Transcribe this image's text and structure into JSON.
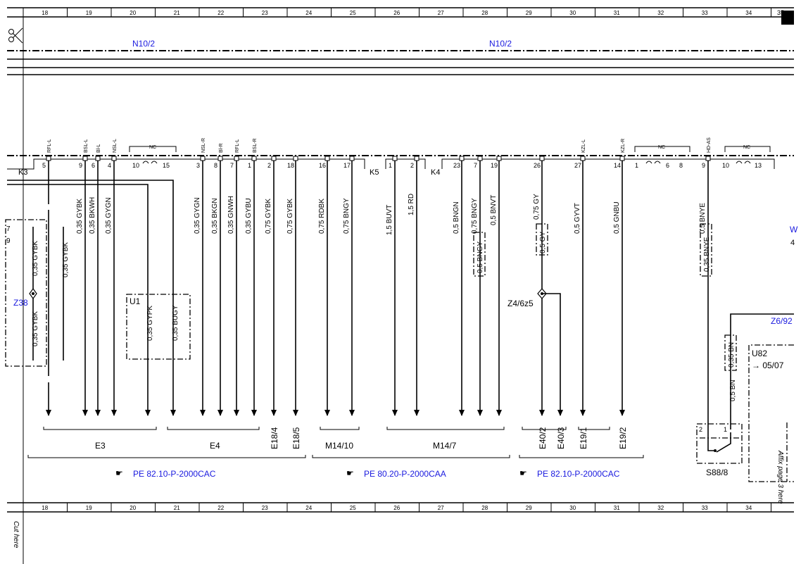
{
  "ruler": [
    "18",
    "19",
    "20",
    "21",
    "22",
    "23",
    "24",
    "25",
    "26",
    "27",
    "28",
    "29",
    "30",
    "31",
    "32",
    "33",
    "34"
  ],
  "ruler_cut": "35",
  "cut_here": "Cut here",
  "affix_here": "Affix page 3 here",
  "labels": {
    "n10_left": "N10/2",
    "n10_right": "N10/2",
    "k3": "K3",
    "k5": "K5",
    "k4": "K4",
    "nc1": "NC",
    "nc2": "NC",
    "nc3": "NC",
    "z38": "Z38",
    "u1": "U1",
    "z4": "Z4/6z5",
    "z6": "Z6/92",
    "u82": "U82",
    "u82_ref": "→ 05/07",
    "s88": "S88/8",
    "w_partial": "W",
    "num4_partial": "4",
    "left7": "7",
    "left9": "9"
  },
  "pins": [
    {
      "id": "RFL-L",
      "num": "5"
    },
    {
      "id": "BSL-L",
      "num": "9"
    },
    {
      "id": "Bl-L",
      "num": "6"
    },
    {
      "id": "NSL-L",
      "num": "4"
    },
    {
      "id": "NSL-R",
      "num": "3"
    },
    {
      "id": "Bl-R",
      "num": "8"
    },
    {
      "id": "RFL-L",
      "num": "7"
    },
    {
      "id": "BSL-R",
      "num": "1"
    },
    {
      "id": "",
      "num": "2"
    },
    {
      "id": "",
      "num": "18"
    },
    {
      "id": "",
      "num": "16"
    },
    {
      "id": "",
      "num": "17"
    },
    {
      "id": "",
      "num": "1"
    },
    {
      "id": "",
      "num": "2"
    },
    {
      "id": "",
      "num": "23"
    },
    {
      "id": "",
      "num": "7"
    },
    {
      "id": "",
      "num": "19"
    },
    {
      "id": "",
      "num": "26"
    },
    {
      "id": "KZL-L",
      "num": "27"
    },
    {
      "id": "KZL-R",
      "num": "14"
    },
    {
      "id": "HD-AS",
      "num": "9"
    }
  ],
  "nc_pins": [
    "10",
    "15",
    "1",
    "6",
    "8",
    "10",
    "13"
  ],
  "wires": [
    "0,35 GYBK",
    "0,35 BKWH",
    "0,35 GYGN",
    "0,35 GYGN",
    "0,35 BKGN",
    "0,35 GNWH",
    "0,35 GYBU",
    "0,75 GYBK",
    "0,75 GYBK",
    "0,75 RDBK",
    "0,75 BNGY",
    "1,5 BUVT",
    "1,5 RD",
    "0,5 BNGN",
    "0,75 BNGY",
    "0,5 BNVT",
    "0,75 GY",
    "0,5 GYVT",
    "0,5 GNBU",
    "0,5 BNYE"
  ],
  "other_wires": {
    "z38_top": "0,35 GYBK",
    "z38_bottom": "0,35 GYBK",
    "z38_right": "0,35 GYBK",
    "u1_a": "0,35 GYPK",
    "u1_b": "0,35 BUGY",
    "box_bngy": "0,5 BNGY",
    "box_gy": "0,5 GY",
    "box_bnye": "0,35 BNYE",
    "box_bn": "0,35 BN",
    "bn_lower": "0,5 BN"
  },
  "components": {
    "e3": "E3",
    "e4": "E4",
    "e18_4": "E18/4",
    "e18_5": "E18/5",
    "m14_10": "M14/10",
    "m14_7": "M14/7",
    "e40_2": "E40/2",
    "e40_3": "E40/3",
    "e19_1": "E19/1",
    "e19_2": "E19/2"
  },
  "references": [
    "PE 82.10-P-2000CAC",
    "PE 80.20-P-2000CAA",
    "PE 82.10-P-2000CAC"
  ],
  "s88_pins": {
    "a": "2",
    "b": "1"
  }
}
